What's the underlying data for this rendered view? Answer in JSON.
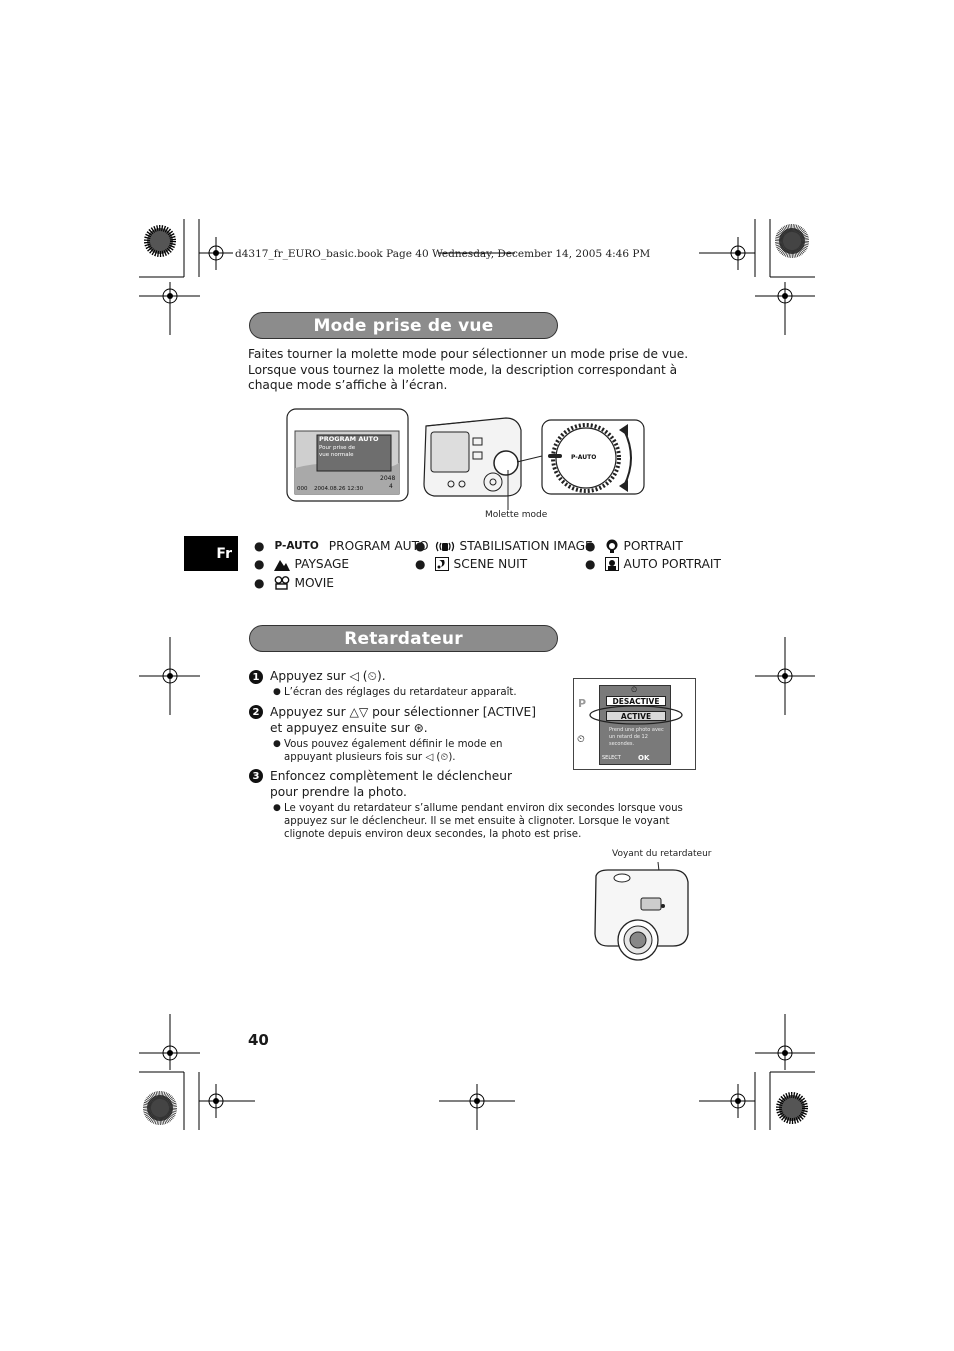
{
  "header": {
    "file_line": "d4317_fr_EURO_basic.book  Page 40  Wednesday, December 14, 2005  4:46 PM"
  },
  "section1": {
    "title": "Mode prise de vue",
    "intro": "Faites tourner la molette mode pour sélectionner un mode prise de vue. Lorsque vous tournez la molette mode, la description correspondant à chaque mode s’affiche à l’écran.",
    "figure": {
      "lcd_mode_title": "PROGRAM AUTO",
      "lcd_desc": "Pour prise de vue normale",
      "lcd_size": "2048",
      "lcd_count": "4",
      "lcd_date": "2004.08.26 12:30",
      "lcd_frames": "000",
      "dial_label": "P-AUTO",
      "caption": "Molette mode"
    }
  },
  "lang_tab": "Fr",
  "modes": [
    {
      "icon": "p-auto-icon",
      "icon_text": "P-AUTO",
      "label": "PROGRAM AUTO"
    },
    {
      "icon": "stabilisation-icon",
      "label": "STABILISATION IMAGE"
    },
    {
      "icon": "portrait-icon",
      "label": "PORTRAIT"
    },
    {
      "icon": "landscape-icon",
      "label": "PAYSAGE"
    },
    {
      "icon": "night-scene-icon",
      "label": "SCENE NUIT"
    },
    {
      "icon": "self-portrait-icon",
      "label": "AUTO PORTRAIT"
    },
    {
      "icon": "movie-icon",
      "label": "MOVIE"
    }
  ],
  "section2": {
    "title": "Retardateur",
    "steps": [
      {
        "num": "1",
        "text": "Appuyez sur ◁ (⏲).",
        "notes": [
          "L’écran des réglages du retardateur apparaît."
        ]
      },
      {
        "num": "2",
        "text": "Appuyez sur △▽ pour sélectionner [ACTIVE] et appuyez ensuite sur ⊛.",
        "notes": [
          "Vous pouvez également définir le mode en appuyant plusieurs fois sur ◁ (⏲)."
        ]
      },
      {
        "num": "3",
        "text": "Enfoncez complètement le déclencheur pour prendre la photo.",
        "notes": [
          "Le voyant du retardateur s’allume pendant environ dix secondes lorsque vous appuyez sur le déclencheur. Il se met ensuite à clignoter. Lorsque le voyant clignote depuis environ deux secondes, la photo est prise."
        ]
      }
    ],
    "lcd": {
      "opt1": "DESACTIVE",
      "opt2": "ACTIVE",
      "desc": "Prend une photo avec un retard de 12 secondes.",
      "select": "SELECT",
      "ok": "OK"
    },
    "camera_caption": "Voyant du retardateur"
  },
  "page_number": "40"
}
